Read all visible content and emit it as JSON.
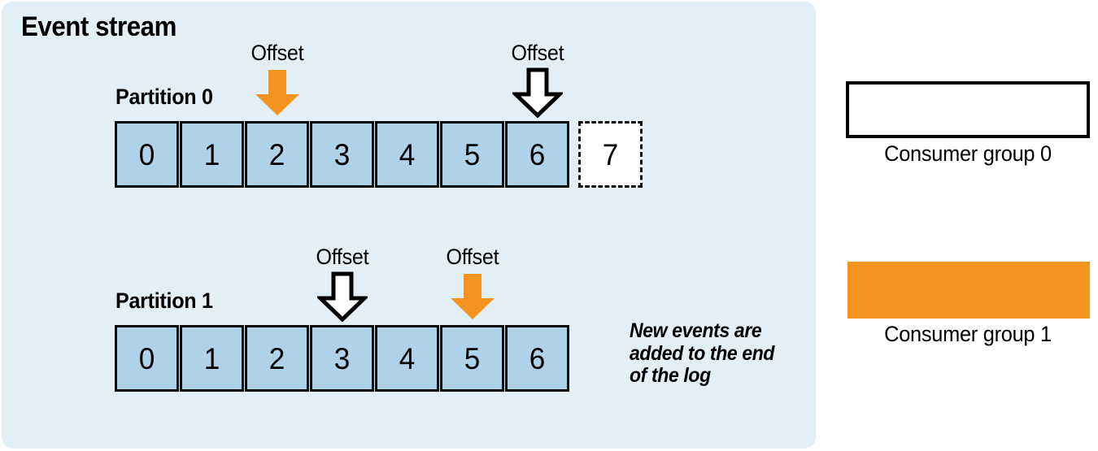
{
  "panel": {
    "title": "Event stream",
    "background_color": "#e3eff7"
  },
  "colors": {
    "cell_fill": "#aed3e8",
    "orange": "#f4941f",
    "outline": "#000000",
    "pending_fill": "#ffffff"
  },
  "partitions": [
    {
      "label": "Partition 0",
      "cells": [
        {
          "value": "0",
          "state": "committed"
        },
        {
          "value": "1",
          "state": "committed"
        },
        {
          "value": "2",
          "state": "committed"
        },
        {
          "value": "3",
          "state": "committed"
        },
        {
          "value": "4",
          "state": "committed"
        },
        {
          "value": "5",
          "state": "committed"
        },
        {
          "value": "6",
          "state": "committed"
        },
        {
          "value": "7",
          "state": "pending"
        }
      ],
      "offsets": [
        {
          "label": "Offset",
          "arrow": "down-arrow-icon",
          "style": "orange",
          "cell_index": 2
        },
        {
          "label": "Offset",
          "arrow": "down-arrow-icon",
          "style": "white",
          "cell_index": 6
        }
      ]
    },
    {
      "label": "Partition 1",
      "cells": [
        {
          "value": "0",
          "state": "committed"
        },
        {
          "value": "1",
          "state": "committed"
        },
        {
          "value": "2",
          "state": "committed"
        },
        {
          "value": "3",
          "state": "committed"
        },
        {
          "value": "4",
          "state": "committed"
        },
        {
          "value": "5",
          "state": "committed"
        },
        {
          "value": "6",
          "state": "committed"
        }
      ],
      "offsets": [
        {
          "label": "Offset",
          "arrow": "down-arrow-icon",
          "style": "white",
          "cell_index": 3
        },
        {
          "label": "Offset",
          "arrow": "down-arrow-icon",
          "style": "orange",
          "cell_index": 5
        }
      ]
    }
  ],
  "note": "New events are added to the end of the log",
  "consumer_groups": [
    {
      "label": "Consumer group 0",
      "fill": "white"
    },
    {
      "label": "Consumer group 1",
      "fill": "orange"
    }
  ]
}
